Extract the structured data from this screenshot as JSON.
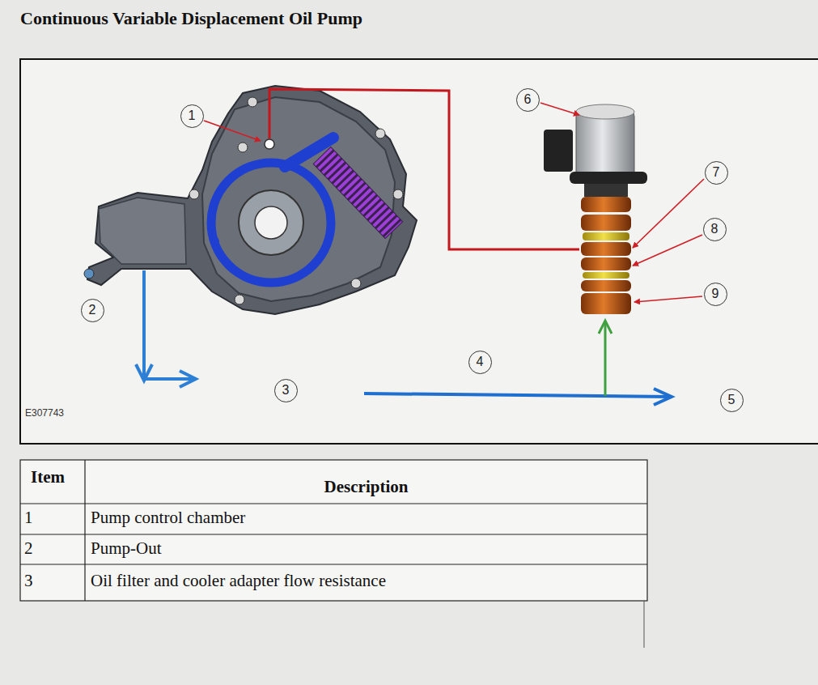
{
  "diagram": {
    "title": "Continuous Variable Displacement Oil Pump",
    "labels": [
      "1",
      "6",
      "7",
      "8",
      "9",
      "2",
      "4",
      "3",
      "5",
      "E307743",
      "Item",
      "Description",
      "1",
      "Pump control chamber",
      "2",
      "Pump-Out",
      "3",
      "Oil filter and cooler adapter flow resistance"
    ]
  }
}
